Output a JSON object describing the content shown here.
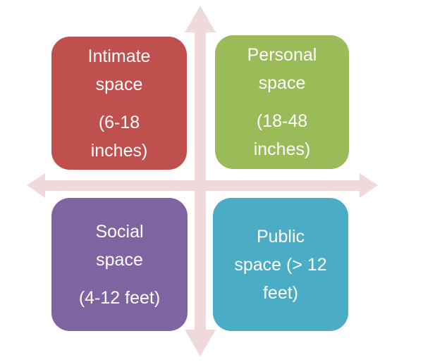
{
  "diagram": {
    "title": "Proxemics distance zones quadrant diagram",
    "axis": {
      "name": "cross-axis-arrows",
      "color": "#EFD9DB",
      "arrow_up": "up-arrow",
      "arrow_down": "down-arrow",
      "arrow_left": "left-arrow",
      "arrow_right": "right-arrow"
    },
    "quadrants": [
      {
        "id": "intimate",
        "position": "top-left",
        "label": "Intimate space",
        "range": "(6-18 inches)",
        "text": "Intimate\nspace",
        "text2": "(6-18\ninches)",
        "color": "#C0504D",
        "text_color": "#FFFFFF"
      },
      {
        "id": "personal",
        "position": "top-right",
        "label": "Personal space",
        "range": "(18-48 inches)",
        "text": "Personal\nspace",
        "text2": "(18-48\ninches)",
        "color": "#9BBB59",
        "text_color": "#FFFFFF"
      },
      {
        "id": "social",
        "position": "bottom-left",
        "label": "Social space",
        "range": "(4-12 feet)",
        "text": "Social\nspace",
        "text2": "(4-12 feet)",
        "color": "#8064A2",
        "text_color": "#FFFFFF"
      },
      {
        "id": "public",
        "position": "bottom-right",
        "label": "Public space",
        "range": "(> 12 feet)",
        "text": "Public\nspace (> 12\nfeet)",
        "text2": "",
        "color": "#4BACC6",
        "text_color": "#FFFFFF"
      }
    ]
  }
}
